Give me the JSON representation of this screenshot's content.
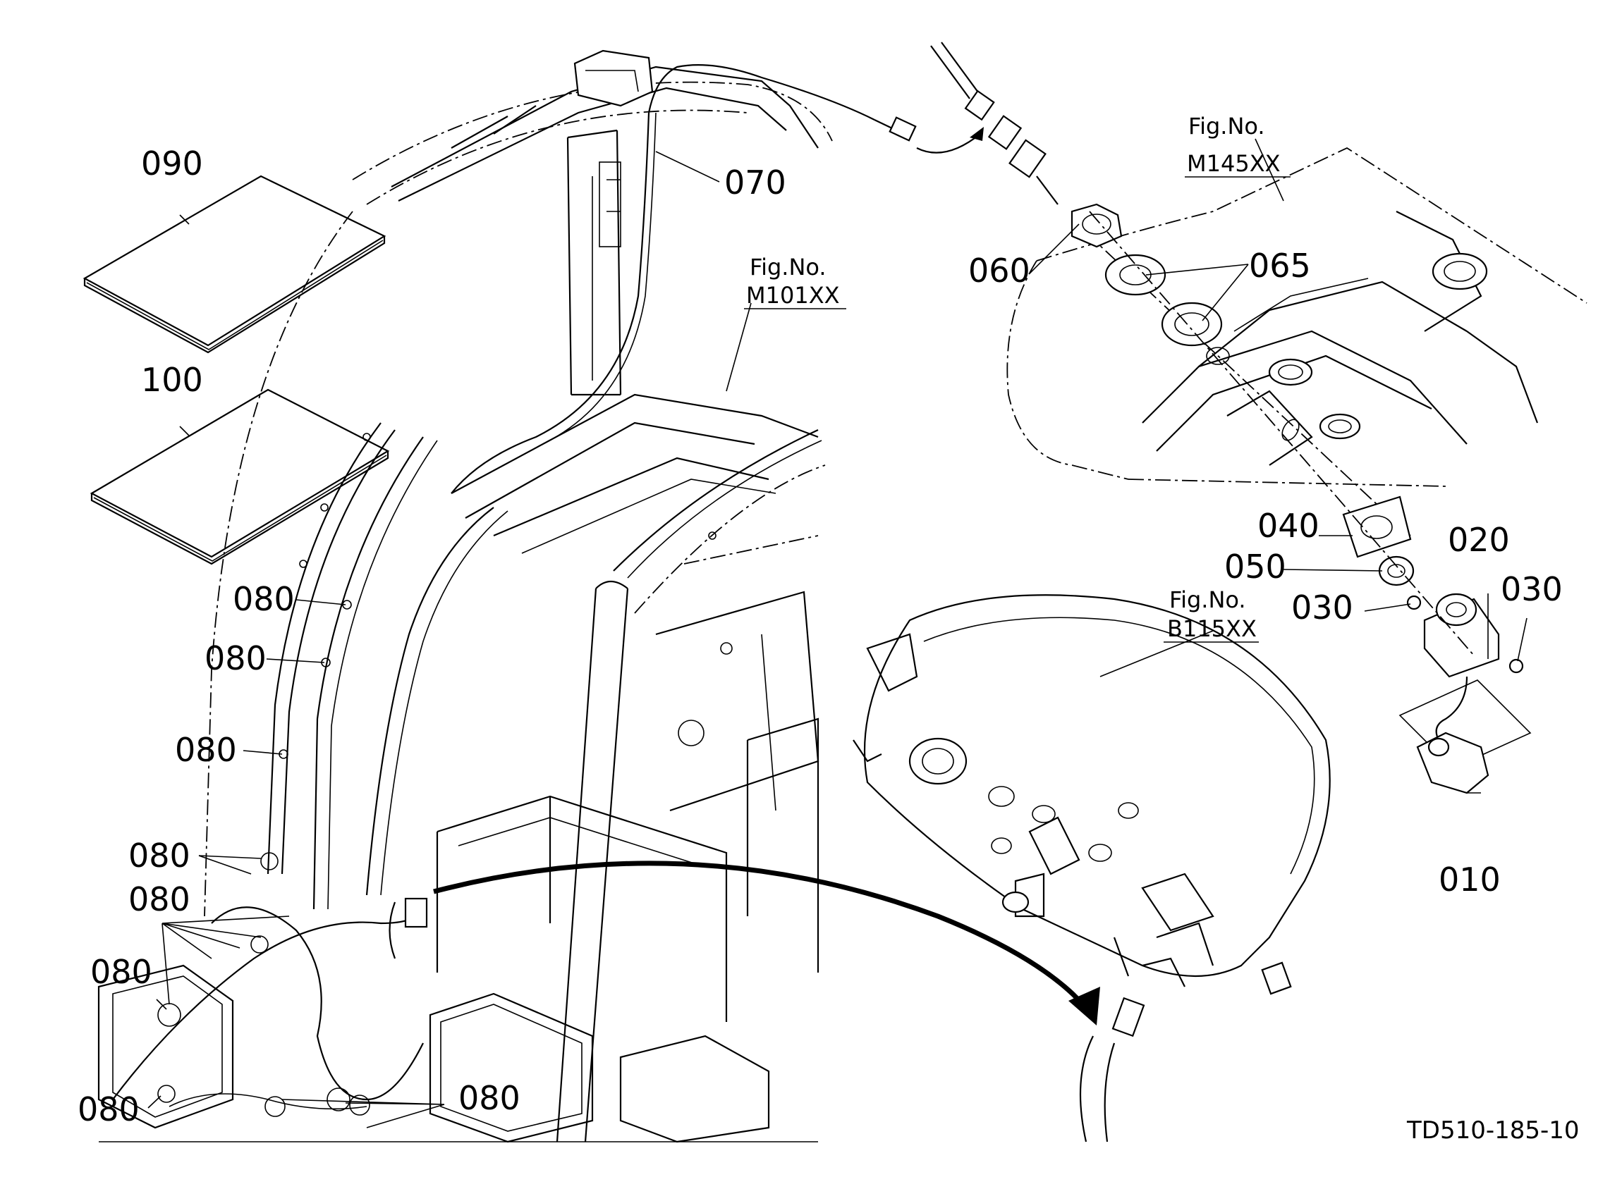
{
  "labels": {
    "p090": "090",
    "p100": "100",
    "p070": "070",
    "p060": "060",
    "p065": "065",
    "p040": "040",
    "p050": "050",
    "p020": "020",
    "p030a": "030",
    "p030b": "030",
    "p010": "010",
    "p080a": "080",
    "p080b": "080",
    "p080c": "080",
    "p080d": "080",
    "p080e": "080",
    "p080f": "080",
    "p080g": "080",
    "p080h": "080"
  },
  "figure_refs": {
    "m101": {
      "title": "Fig.No.",
      "code": "M101XX"
    },
    "m145": {
      "title": "Fig.No.",
      "code": "M145XX"
    },
    "b115": {
      "title": "Fig.No.",
      "code": "B115XX"
    }
  },
  "drawing_code": "TD510-185-10"
}
